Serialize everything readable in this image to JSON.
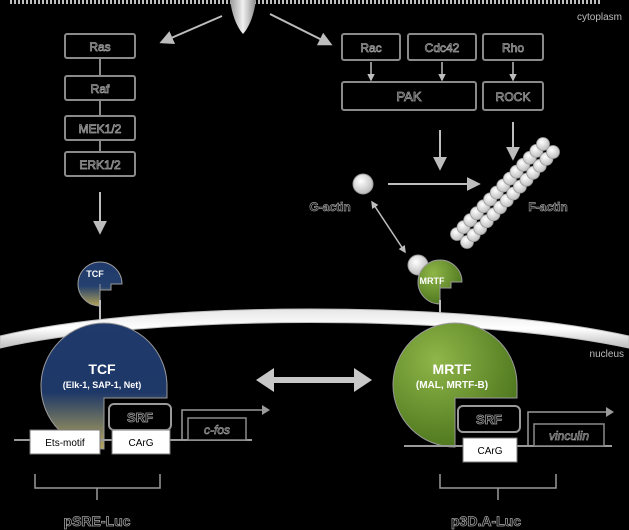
{
  "labels": {
    "cytoplasm": "cytoplasm",
    "nucleus": "nucleus",
    "g_actin": "G-actin",
    "f_actin": "F-actin",
    "psre_luc": "pSRE-Luc",
    "p3da_luc": "p3D.A-Luc"
  },
  "mapk_pathway": {
    "ras": "Ras",
    "raf": "Raf",
    "mek": "MEK1/2",
    "erk": "ERK1/2"
  },
  "rho_pathway": {
    "rac": "Rac",
    "cdc42": "Cdc42",
    "rho": "Rho",
    "pak": "PAK",
    "rock": "ROCK"
  },
  "tcf_complex": {
    "small": "TCF",
    "title": "TCF",
    "subtitle": "(Elk-1, SAP-1, Net)",
    "srf": "SRF",
    "ets_motif": "Ets-motif",
    "carg": "CArG",
    "gene": "c-fos"
  },
  "mrtf_complex": {
    "small": "MRTF",
    "title": "MRTF",
    "subtitle": "(MAL, MRTF-B)",
    "srf": "SRF",
    "carg": "CArG",
    "gene": "vinculin"
  },
  "colors": {
    "tcf_blue": "#1f3a6b",
    "mrtf_green": "#5e8a24",
    "box_stroke": "#8a8a8a",
    "text_gray": "#bdbdbd"
  }
}
